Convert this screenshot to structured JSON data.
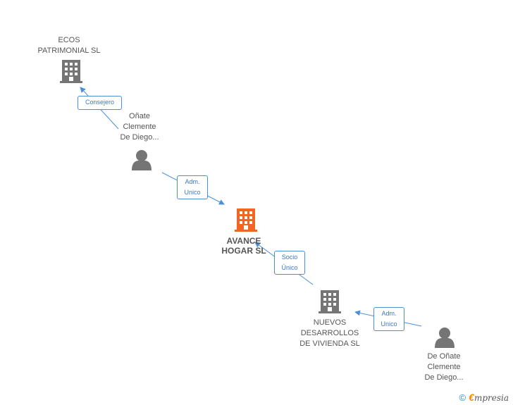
{
  "nodes": {
    "ecos": {
      "lines": [
        "ECOS",
        "PATRIMONIAL SL"
      ],
      "icon": "building-icon"
    },
    "onate": {
      "lines": [
        "Oñate",
        "Clemente",
        "De Diego..."
      ],
      "icon": "person-icon"
    },
    "avance": {
      "lines": [
        "AVANCE",
        "HOGAR SL"
      ],
      "icon": "building-icon"
    },
    "nuevos": {
      "lines": [
        "NUEVOS",
        "DESARROLLOS",
        "DE VIVIENDA SL"
      ],
      "icon": "building-icon"
    },
    "deonate": {
      "lines": [
        "De Oñate",
        "Clemente",
        "De Diego..."
      ],
      "icon": "person-icon"
    }
  },
  "edges": {
    "consejero": {
      "lines": [
        "Consejero"
      ]
    },
    "adm1": {
      "lines": [
        "Adm.",
        "Unico"
      ]
    },
    "socio": {
      "lines": [
        "Socio",
        "Único"
      ]
    },
    "adm2": {
      "lines": [
        "Adm.",
        "Unico"
      ]
    }
  },
  "footer": {
    "copyright": "©",
    "brand_initial": "€",
    "brand_rest": "mpresia"
  },
  "colors": {
    "node_gray": "#757575",
    "focus_orange": "#f26522",
    "edge_blue": "#4a90d9",
    "text_gray": "#555555"
  }
}
